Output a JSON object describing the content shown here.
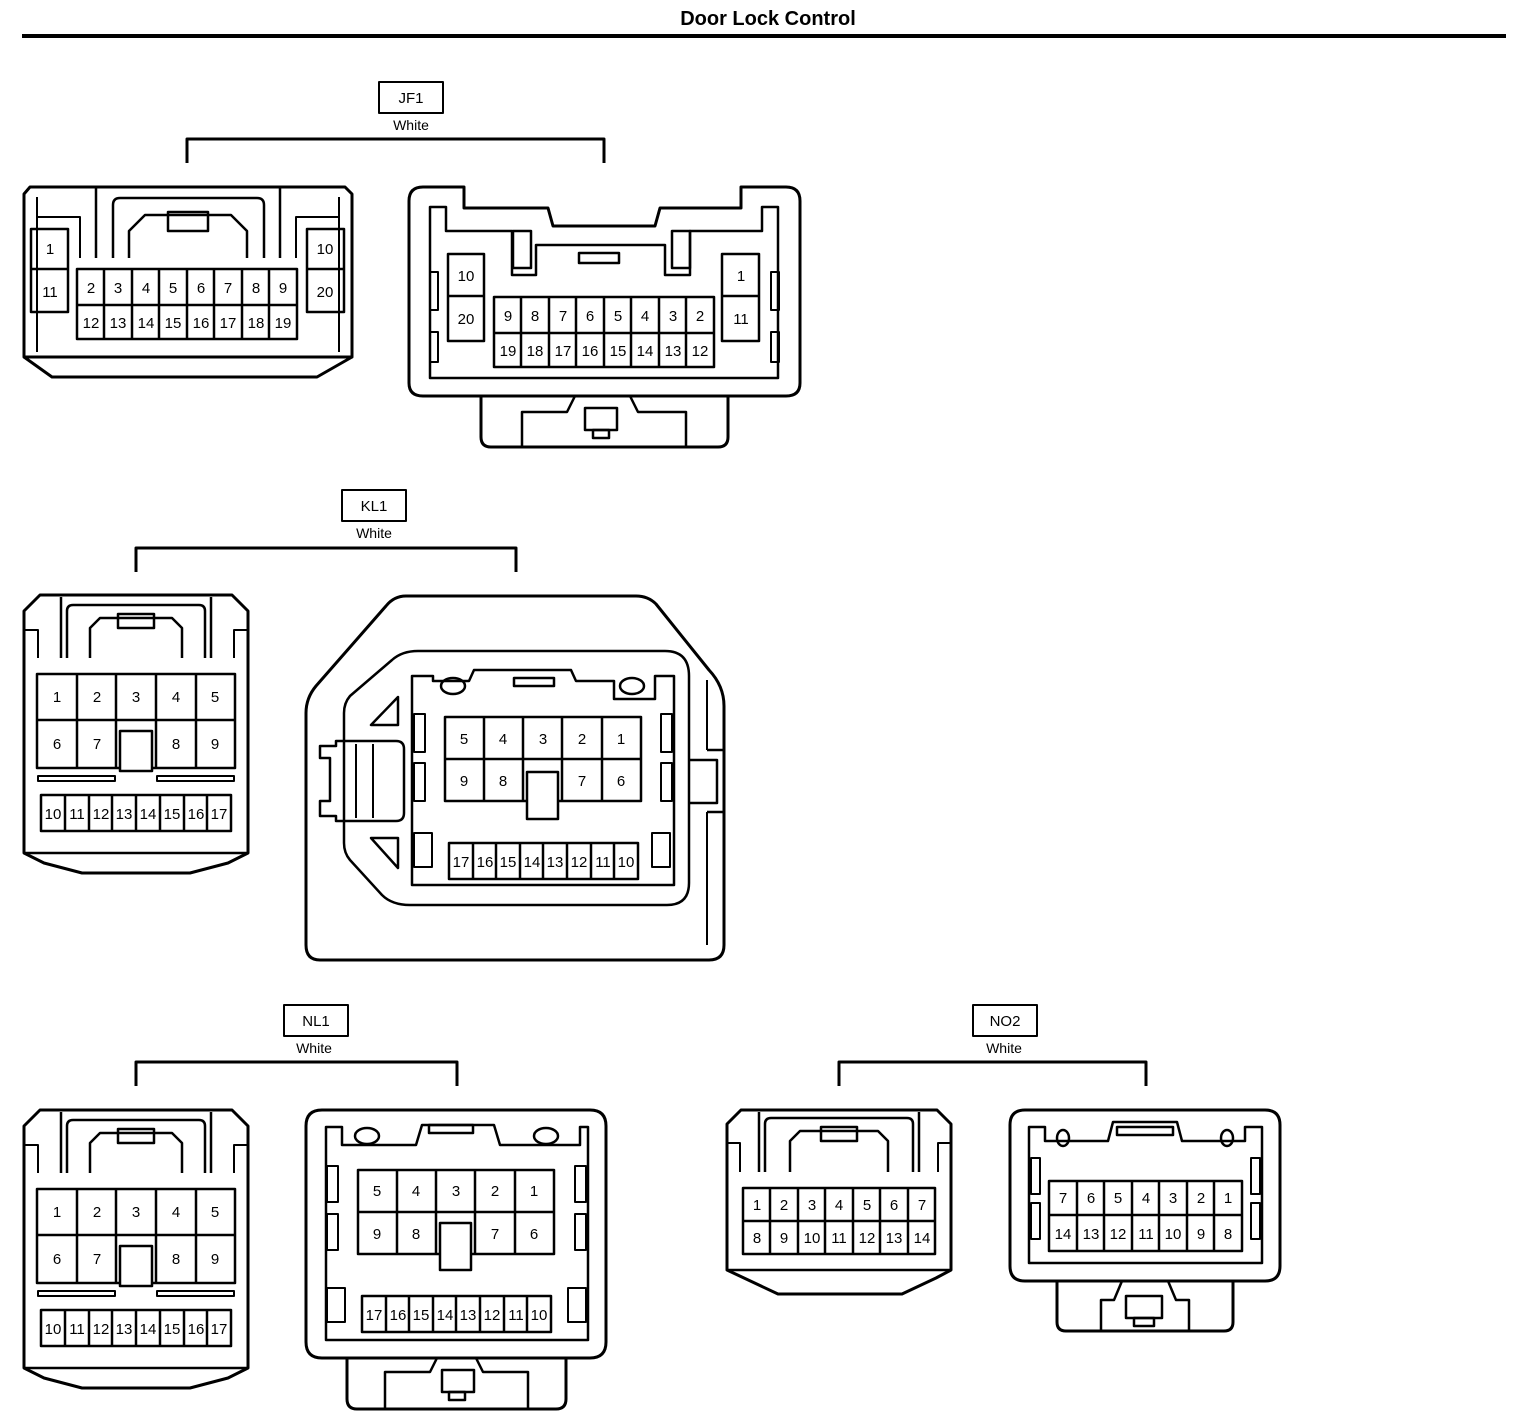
{
  "page": {
    "title": "Door Lock Control"
  },
  "connectors": [
    {
      "id": "JF1",
      "color": "White",
      "left_view": {
        "rows": [
          [
            "1",
            "11"
          ],
          [
            "2",
            "3",
            "4",
            "5",
            "6",
            "7",
            "8",
            "9"
          ],
          [
            "12",
            "13",
            "14",
            "15",
            "16",
            "17",
            "18",
            "19"
          ],
          [
            "10",
            "20"
          ]
        ]
      },
      "right_view": {
        "rows": [
          [
            "10",
            "20"
          ],
          [
            "9",
            "8",
            "7",
            "6",
            "5",
            "4",
            "3",
            "2"
          ],
          [
            "19",
            "18",
            "17",
            "16",
            "15",
            "14",
            "13",
            "12"
          ],
          [
            "1",
            "11"
          ]
        ]
      }
    },
    {
      "id": "KL1",
      "color": "White",
      "left_view": {
        "rows": [
          [
            "1",
            "2",
            "3",
            "4",
            "5"
          ],
          [
            "6",
            "7",
            "",
            "8",
            "9"
          ],
          [
            "10",
            "11",
            "12",
            "13",
            "14",
            "15",
            "16",
            "17"
          ]
        ]
      },
      "right_view": {
        "rows": [
          [
            "5",
            "4",
            "3",
            "2",
            "1"
          ],
          [
            "9",
            "8",
            "",
            "7",
            "6"
          ],
          [
            "17",
            "16",
            "15",
            "14",
            "13",
            "12",
            "11",
            "10"
          ]
        ]
      }
    },
    {
      "id": "NL1",
      "color": "White",
      "left_view": {
        "rows": [
          [
            "1",
            "2",
            "3",
            "4",
            "5"
          ],
          [
            "6",
            "7",
            "",
            "8",
            "9"
          ],
          [
            "10",
            "11",
            "12",
            "13",
            "14",
            "15",
            "16",
            "17"
          ]
        ]
      },
      "right_view": {
        "rows": [
          [
            "5",
            "4",
            "3",
            "2",
            "1"
          ],
          [
            "9",
            "8",
            "",
            "7",
            "6"
          ],
          [
            "17",
            "16",
            "15",
            "14",
            "13",
            "12",
            "11",
            "10"
          ]
        ]
      }
    },
    {
      "id": "NO2",
      "color": "White",
      "left_view": {
        "rows": [
          [
            "1",
            "2",
            "3",
            "4",
            "5",
            "6",
            "7"
          ],
          [
            "8",
            "9",
            "10",
            "11",
            "12",
            "13",
            "14"
          ]
        ]
      },
      "right_view": {
        "rows": [
          [
            "7",
            "6",
            "5",
            "4",
            "3",
            "2",
            "1"
          ],
          [
            "14",
            "13",
            "12",
            "11",
            "10",
            "9",
            "8"
          ]
        ]
      }
    }
  ]
}
